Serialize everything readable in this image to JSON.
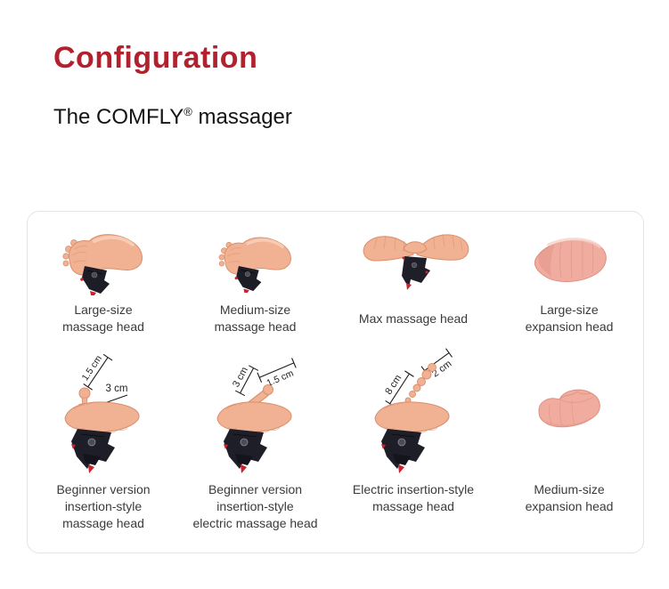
{
  "header": {
    "title": "Configuration",
    "subtitle": {
      "brand": "The COMFLY",
      "reg_mark": "®",
      "rest": " massager"
    }
  },
  "products": [
    {
      "id": "large-size-massage-head",
      "lines": [
        "Large-size",
        "massage head"
      ]
    },
    {
      "id": "medium-size-massage-head",
      "lines": [
        "Medium-size",
        "massage head"
      ]
    },
    {
      "id": "max-massage-head",
      "lines": [
        "Max massage head"
      ]
    },
    {
      "id": "large-size-expansion-head",
      "lines": [
        "Large-size",
        "expansion head"
      ]
    },
    {
      "id": "beginner-insertion-massage-head",
      "lines": [
        "Beginner version",
        "insertion-style",
        "massage head"
      ],
      "measurements": {
        "tip": "1.5 cm",
        "base": "3 cm"
      }
    },
    {
      "id": "beginner-insertion-electric-massage-head",
      "lines": [
        "Beginner version",
        "insertion-style",
        "electric massage head"
      ],
      "measurements": {
        "stem": "3 cm",
        "tip": "1.5 cm"
      }
    },
    {
      "id": "electric-insertion-massage-head",
      "lines": [
        "Electric insertion-style",
        "massage head"
      ],
      "measurements": {
        "probe": "8 cm",
        "tip": "2 cm"
      }
    },
    {
      "id": "medium-size-expansion-head",
      "lines": [
        "Medium-size",
        "expansion head"
      ]
    }
  ],
  "colors": {
    "accent_red": "#b2222e",
    "label_text": "#3a3a3a",
    "card_border": "#e4e4e4",
    "flesh": "#f1b193",
    "flesh_shade": "#d98f6d",
    "pink": "#f1aca0",
    "pink_shade": "#dd8e80",
    "hardware_dark": "#1d1d27",
    "hardware_red": "#c8232e"
  }
}
